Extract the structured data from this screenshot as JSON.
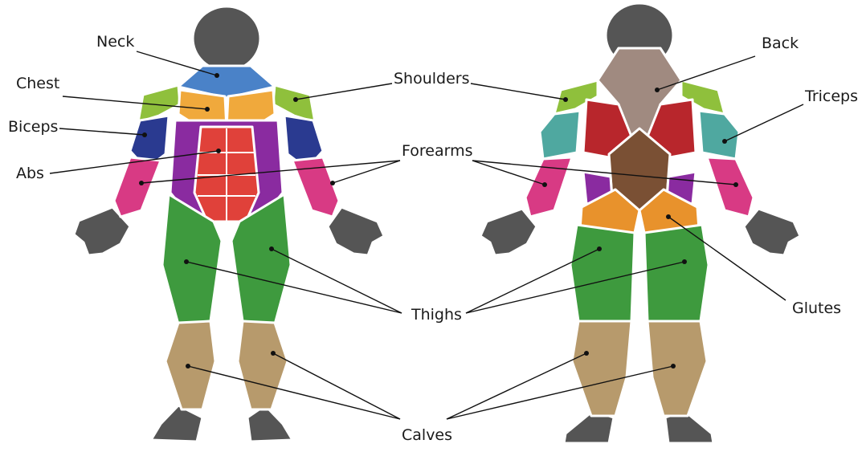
{
  "labels": {
    "neck": "Neck",
    "chest": "Chest",
    "biceps": "Biceps",
    "abs": "Abs",
    "shoulders": "Shoulders",
    "forearms": "Forearms",
    "thighs": "Thighs",
    "calves": "Calves",
    "back": "Back",
    "triceps": "Triceps",
    "glutes": "Glutes"
  },
  "colors": {
    "silhouette": "#555555",
    "neck": "#4a82c8",
    "shoulders": "#8fc03c",
    "chest": "#f0a93c",
    "biceps": "#2a3a90",
    "triceps": "#4fa8a0",
    "forearms": "#d83a84",
    "abs": "#e0413a",
    "obliques": "#8a2ba0",
    "thighs": "#3e9a3e",
    "calves": "#b79a6c",
    "back_upper": "#a08a80",
    "back_lats": "#b8262c",
    "back_lower": "#7a5034",
    "glutes": "#e8922c"
  }
}
